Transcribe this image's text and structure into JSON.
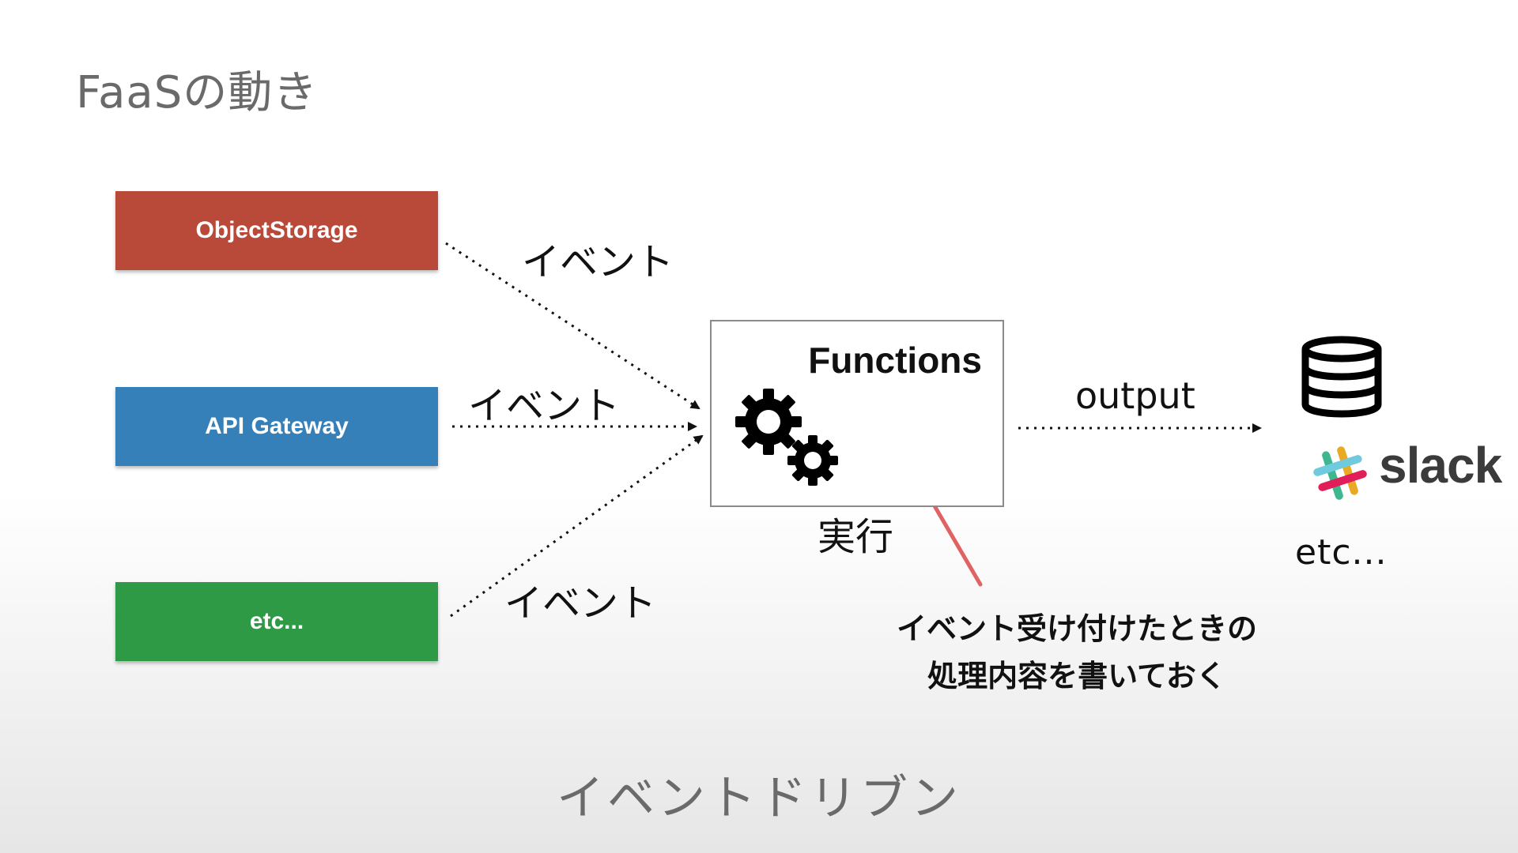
{
  "title": "FaaSの動き",
  "sources": [
    {
      "label": "ObjectStorage",
      "color": "#b94a3a"
    },
    {
      "label": "API Gateway",
      "color": "#3580b8"
    },
    {
      "label": "etc...",
      "color": "#2f9a45"
    }
  ],
  "event_labels": [
    "イベント",
    "イベント",
    "イベント"
  ],
  "functions": {
    "title": "Functions",
    "icon": "gears-icon"
  },
  "exec_label": "実行",
  "output_label": "output",
  "note": {
    "line1": "イベント受け付けたときの",
    "line2": "処理内容を書いておく"
  },
  "targets": {
    "database_icon": "database-icon",
    "slack_text": "slack",
    "etc_label": "etc..."
  },
  "footer": "イベントドリブン",
  "colors": {
    "title_gray": "#6a6a6a",
    "arrow_red": "#e06262",
    "frame_gray": "#8a8a8a"
  }
}
